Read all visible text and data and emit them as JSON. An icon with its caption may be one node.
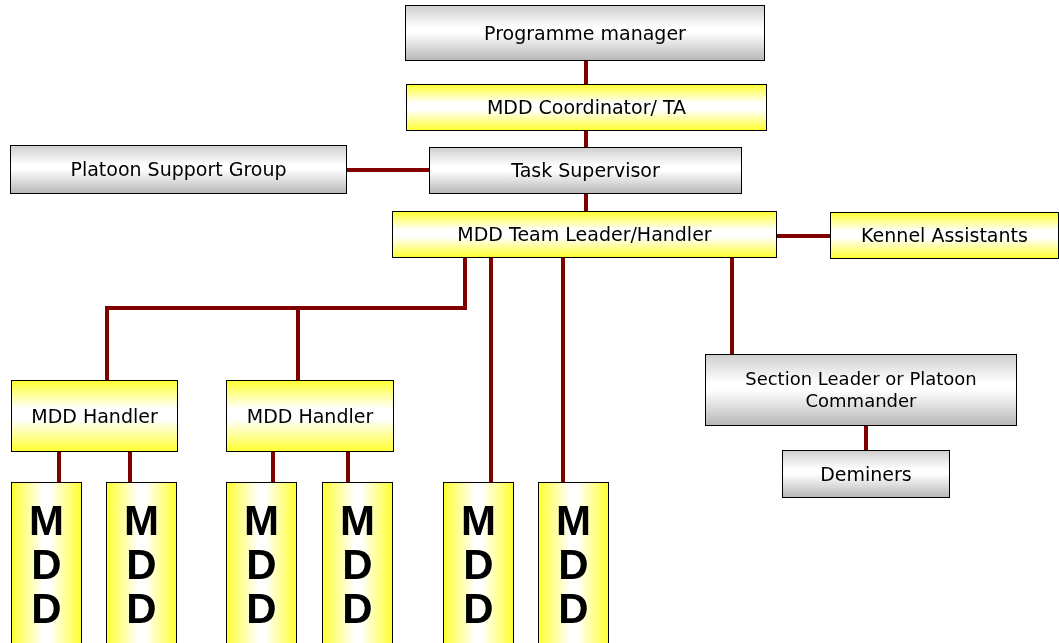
{
  "diagram": {
    "nodes": [
      {
        "text": [
          "Programme manager"
        ]
      },
      {
        "text": [
          "MDD Coordinator/ TA"
        ]
      },
      {
        "text": [
          "Platoon Support Group"
        ]
      },
      {
        "text": [
          "Task Supervisor"
        ]
      },
      {
        "text": [
          "MDD Team Leader/Handler"
        ]
      },
      {
        "text": [
          "Kennel Assistants"
        ]
      },
      {
        "text": [
          "MDD Handler"
        ]
      },
      {
        "text": [
          "MDD Handler"
        ]
      },
      {
        "text": [
          "Section Leader or Platoon Commander"
        ]
      },
      {
        "text": [
          "Deminers"
        ]
      },
      {
        "text": [
          "MDD"
        ]
      },
      {
        "text": [
          "MDD"
        ]
      },
      {
        "text": [
          "MDD"
        ]
      },
      {
        "text": [
          "MDD"
        ]
      },
      {
        "text": [
          "MDD"
        ]
      },
      {
        "text": [
          "MDD"
        ]
      }
    ],
    "edges": [
      {
        "from": 0,
        "to": 1,
        "arrow": "none"
      },
      {
        "from": 1,
        "to": 3,
        "arrow": "none"
      },
      {
        "from": 2,
        "to": 3,
        "arrow": "none"
      },
      {
        "from": 3,
        "to": 4,
        "arrow": "none"
      },
      {
        "from": 4,
        "to": 5,
        "arrow": "none"
      },
      {
        "from": 4,
        "to": 6,
        "arrow": "none"
      },
      {
        "from": 4,
        "to": 7,
        "arrow": "none"
      },
      {
        "from": 4,
        "to": 14,
        "arrow": "none"
      },
      {
        "from": 4,
        "to": 15,
        "arrow": "none"
      },
      {
        "from": 4,
        "to": 8,
        "arrow": "none"
      },
      {
        "from": 8,
        "to": 9,
        "arrow": "none"
      },
      {
        "from": 6,
        "to": 10,
        "arrow": "none"
      },
      {
        "from": 6,
        "to": 11,
        "arrow": "none"
      },
      {
        "from": 7,
        "to": 12,
        "arrow": "none"
      },
      {
        "from": 7,
        "to": 13,
        "arrow": "none"
      }
    ]
  }
}
